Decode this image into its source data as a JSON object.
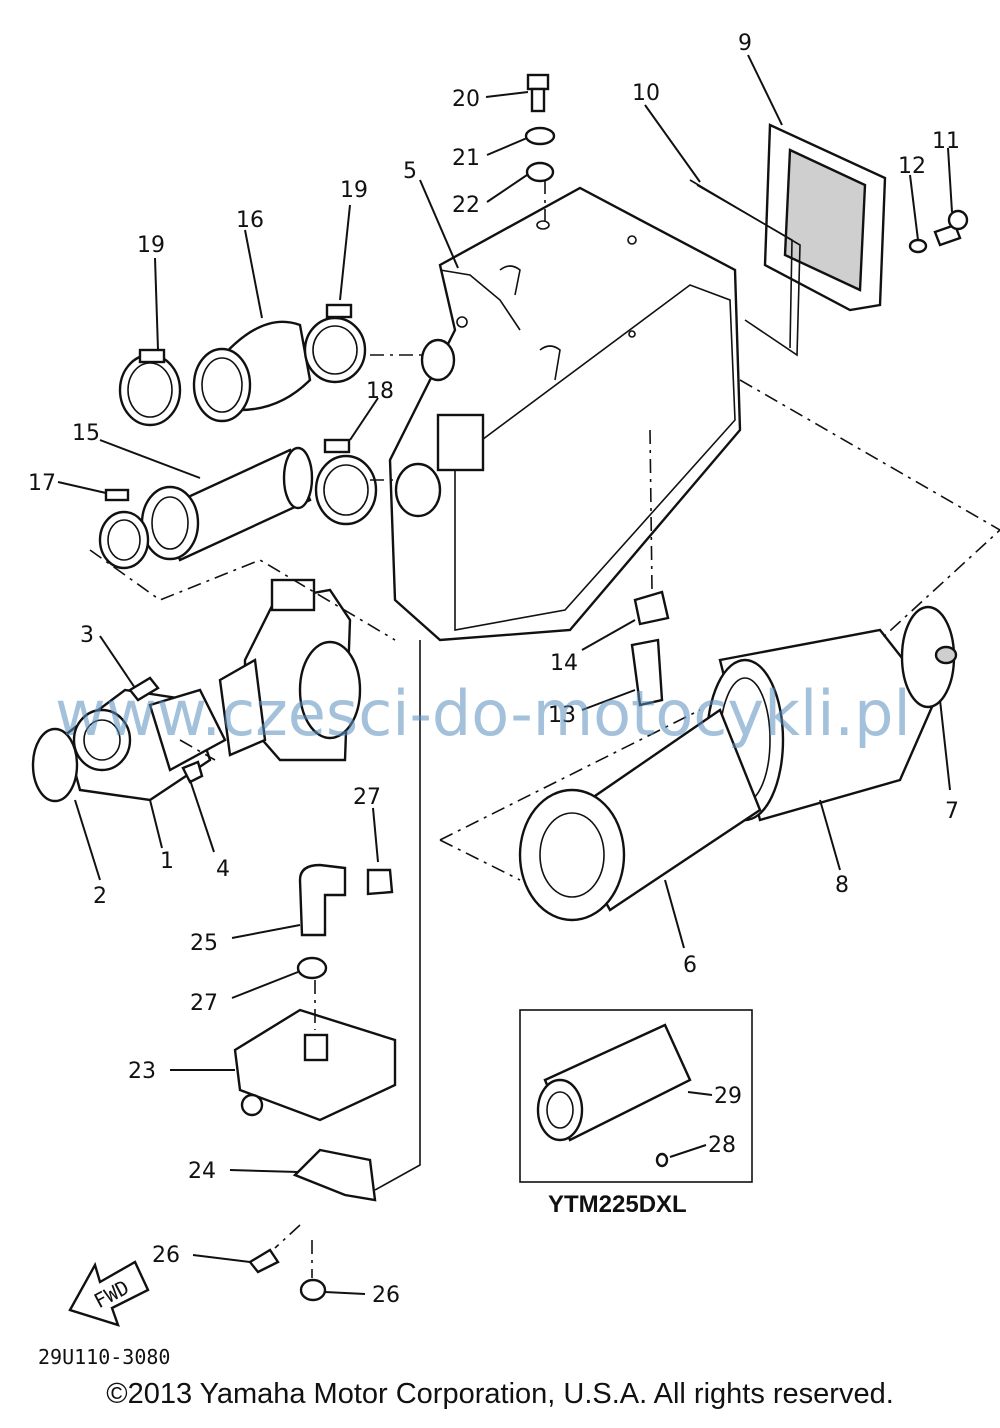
{
  "diagram": {
    "part_callouts": [
      {
        "id": "c1",
        "label": "1"
      },
      {
        "id": "c2",
        "label": "2"
      },
      {
        "id": "c3",
        "label": "3"
      },
      {
        "id": "c4",
        "label": "4"
      },
      {
        "id": "c5",
        "label": "5"
      },
      {
        "id": "c6",
        "label": "6"
      },
      {
        "id": "c7",
        "label": "7"
      },
      {
        "id": "c8",
        "label": "8"
      },
      {
        "id": "c9",
        "label": "9"
      },
      {
        "id": "c10",
        "label": "10"
      },
      {
        "id": "c11",
        "label": "11"
      },
      {
        "id": "c12",
        "label": "12"
      },
      {
        "id": "c13",
        "label": "13"
      },
      {
        "id": "c14",
        "label": "14"
      },
      {
        "id": "c15",
        "label": "15"
      },
      {
        "id": "c16",
        "label": "16"
      },
      {
        "id": "c17",
        "label": "17"
      },
      {
        "id": "c18",
        "label": "18"
      },
      {
        "id": "c19a",
        "label": "19"
      },
      {
        "id": "c19b",
        "label": "19"
      },
      {
        "id": "c20",
        "label": "20"
      },
      {
        "id": "c21",
        "label": "21"
      },
      {
        "id": "c22",
        "label": "22"
      },
      {
        "id": "c23",
        "label": "23"
      },
      {
        "id": "c24",
        "label": "24"
      },
      {
        "id": "c25",
        "label": "25"
      },
      {
        "id": "c26a",
        "label": "26"
      },
      {
        "id": "c26b",
        "label": "26"
      },
      {
        "id": "c27a",
        "label": "27"
      },
      {
        "id": "c27b",
        "label": "27"
      },
      {
        "id": "c28",
        "label": "28"
      },
      {
        "id": "c29",
        "label": "29"
      }
    ],
    "inset_label": "YTM225DXL",
    "fwd_arrow_text": "FWD",
    "drawing_code": "29U110-3080",
    "watermark": "www.czesci-do-motocykli.pl",
    "copyright": "©2013 Yamaha Motor Corporation, U.S.A. All rights reserved."
  }
}
